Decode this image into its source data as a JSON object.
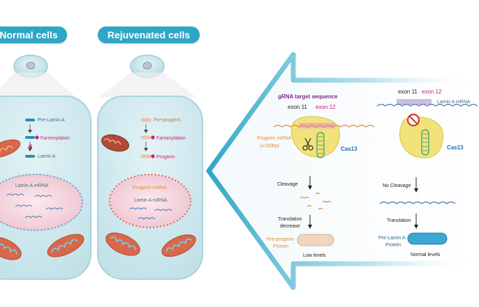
{
  "headers": {
    "normal": "Normal cells",
    "rejuvenated": "Rejuvenated cells"
  },
  "normal_cell": {
    "step1": "Pre-Lamin A",
    "step2": "Farnesylation",
    "step3": "Lamin A",
    "nucleus_label": "Lamin A mRNA"
  },
  "rejuvenated_cell": {
    "step1": "Pre-progerin",
    "step2": "Farnesylation",
    "step3": "Progerin",
    "nucleus_label1": "Progerin mRNA",
    "nucleus_label2": "Lamin A mRNA"
  },
  "mechanism": {
    "gRNA_title": "gRNA target sequence",
    "left_exon11": "exon 11",
    "left_exon12": "exon 12",
    "progerin_mrna": "Progerin mRNA",
    "progerin_mrna_size": "(±150bp)",
    "cas13_left": "Cas13",
    "cleavage": "Cleavage",
    "translation_decrease_1": "Translation",
    "translation_decrease_2": "decrease",
    "preprogerin_protein_1": "Pre-progerin",
    "preprogerin_protein_2": "Protein",
    "low_levels": "Low levels",
    "right_exon11": "exon 11",
    "right_exon12": "exon 12",
    "lamin_mrna": "Lamin A mRNA",
    "cas13_right": "Cas13",
    "no_cleavage": "No Cleavage",
    "translation": "Translation",
    "prelamin_protein_1": "Pre-Lamin A",
    "prelamin_protein_2": "Protein",
    "normal_levels": "Normal levels"
  },
  "colors": {
    "pill": "#2fa6c6",
    "cyto": "#cfeaee",
    "nucleus": "#f3d4dc",
    "mito": "#d9684a",
    "cas13": "#f2e27a",
    "magenta": "#d6177a",
    "purple": "#7a2a8c",
    "orange_text": "#e48a3c",
    "arrow_fill": "#e8f1f5",
    "arrow_edge": "#2fa6c6"
  }
}
